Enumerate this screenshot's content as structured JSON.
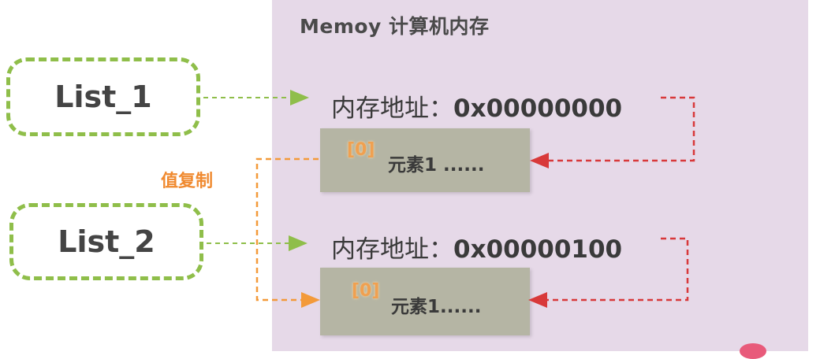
{
  "memory": {
    "title": "Memoy 计算机内存"
  },
  "lists": [
    {
      "name": "List_1"
    },
    {
      "name": "List_2"
    }
  ],
  "addresses": [
    {
      "label": "内存地址：",
      "value": "0x00000000"
    },
    {
      "label": "内存地址：",
      "value": "0x00000100"
    }
  ],
  "elements": [
    {
      "index": "[0]",
      "text": "元素1 ......"
    },
    {
      "index": "[0]",
      "text": "元素1......"
    }
  ],
  "copy_label": "值复制",
  "colors": {
    "memory_bg": "#e6d9e8",
    "list_border": "#8fbe4a",
    "green_arrow": "#8fbe4a",
    "red_arrow": "#d8393a",
    "orange_arrow": "#f39a3a",
    "element_bg": "#b5b5a4"
  }
}
